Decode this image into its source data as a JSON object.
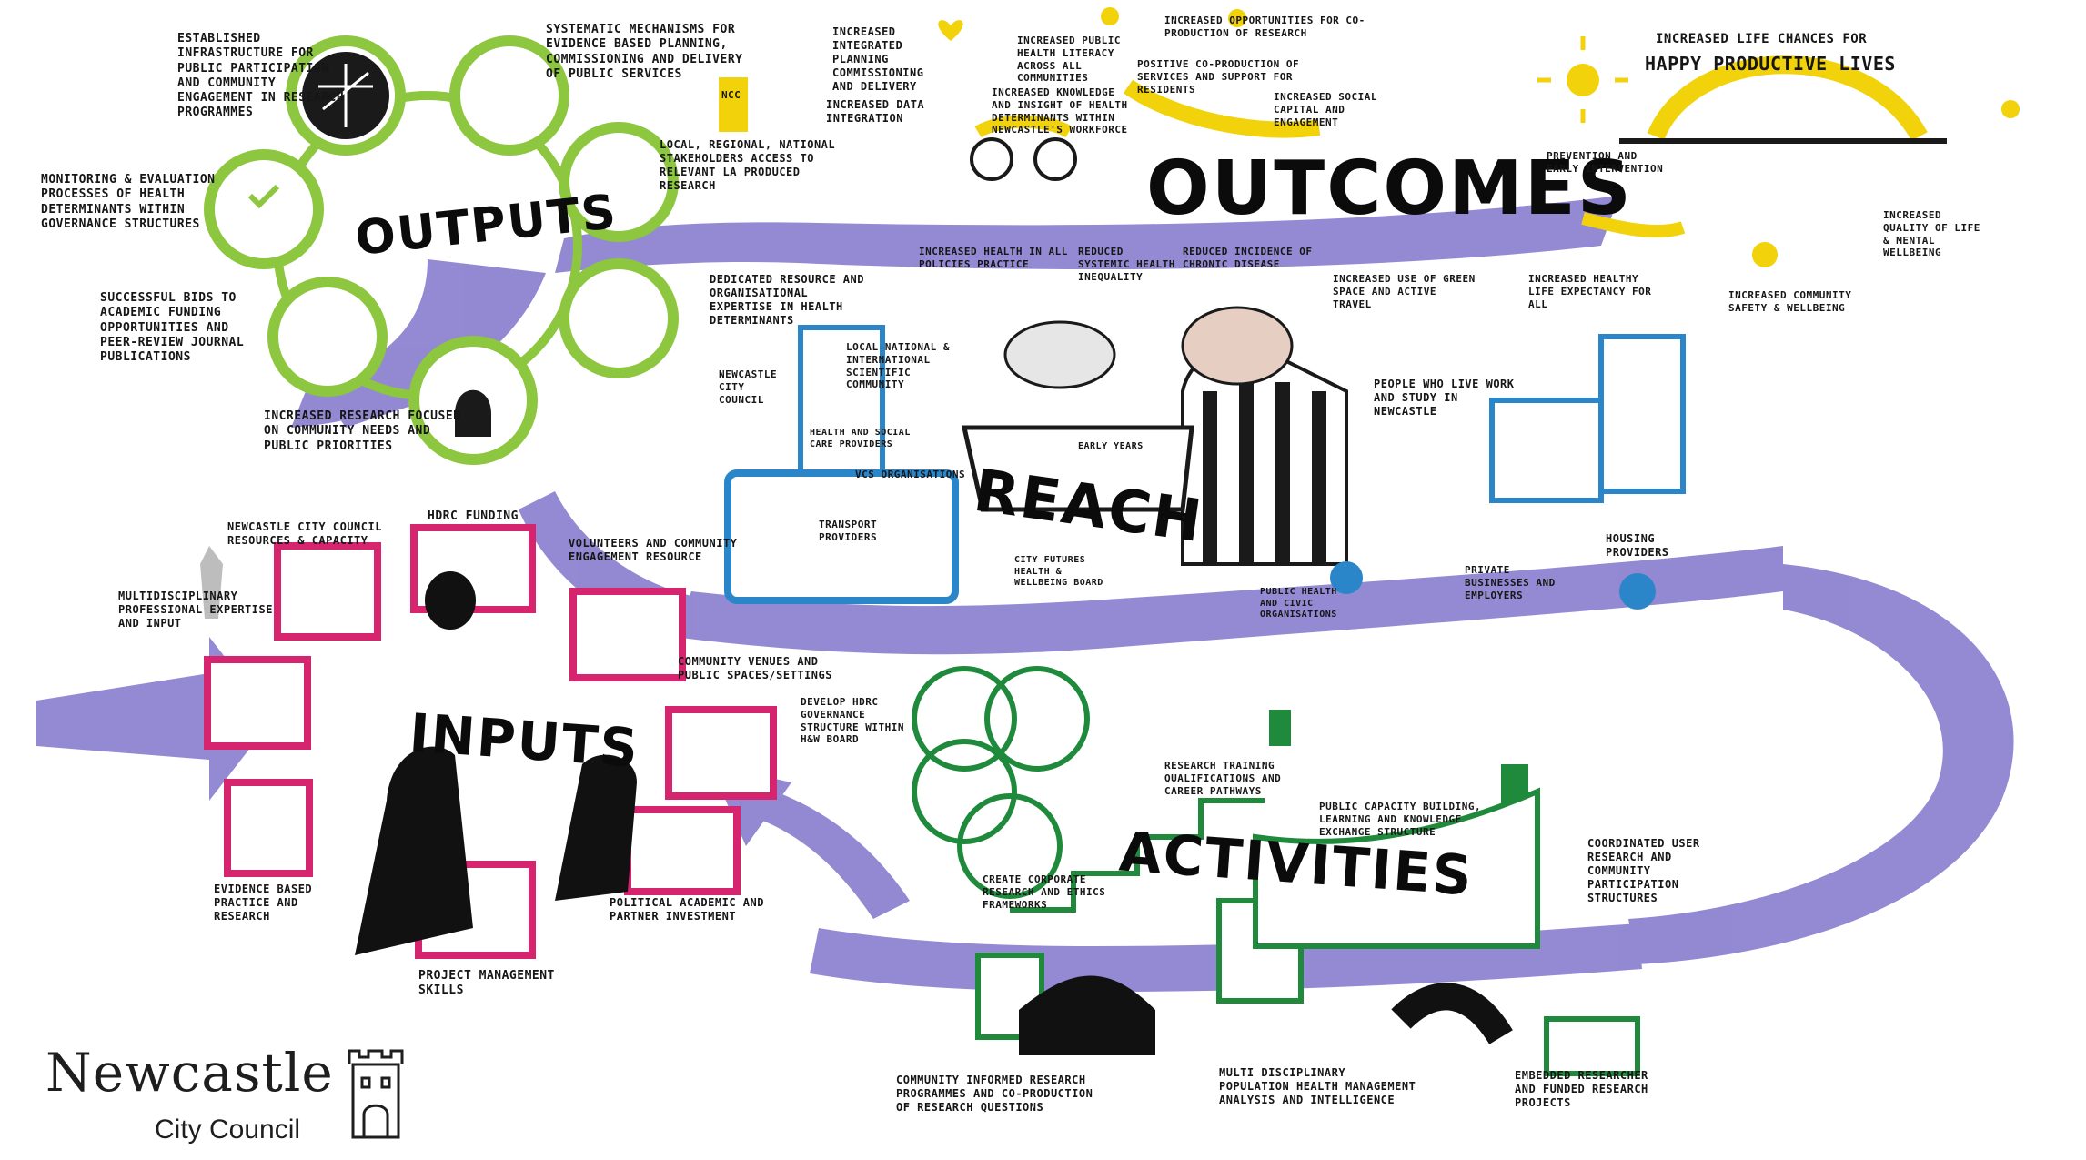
{
  "colors": {
    "arrow": "#8a80cf",
    "outputs_green": "#8dc63f",
    "inputs_pink": "#d6246e",
    "reach_blue": "#2a86c8",
    "activities_green": "#1f8a3c",
    "outcomes_yellow": "#f2d20a"
  },
  "titles": {
    "outputs": "OUTPUTS",
    "outcomes": "OUTCOMES",
    "reach": "REACH",
    "inputs": "INPUTS",
    "activities": "ACTIVITIES"
  },
  "outputs": {
    "infrastructure": "ESTABLISHED INFRASTRUCTURE FOR PUBLIC PARTICIPATION AND COMMUNITY ENGAGEMENT IN RESEARCH PROGRAMMES",
    "mechanisms": "SYSTEMATIC MECHANISMS FOR EVIDENCE BASED PLANNING, COMMISSIONING AND DELIVERY OF PUBLIC SERVICES",
    "monitoring": "MONITORING & EVALUATION PROCESSES OF HEALTH DETERMINANTS WITHIN GOVERNANCE STRUCTURES",
    "local_regional": "LOCAL, REGIONAL, NATIONAL STAKEHOLDERS ACCESS TO RELEVANT LA PRODUCED RESEARCH",
    "bids": "SUCCESSFUL BIDS TO ACADEMIC FUNDING OPPORTUNITIES AND PEER-REVIEW JOURNAL PUBLICATIONS",
    "dedicated": "DEDICATED RESOURCE AND ORGANISATIONAL EXPERTISE IN HEALTH DETERMINANTS",
    "increased_research": "INCREASED RESEARCH FOCUSED ON COMMUNITY NEEDS AND PUBLIC PRIORITIES"
  },
  "outcomes": {
    "integrated": "INCREASED INTEGRATED PLANNING COMMISSIONING AND DELIVERY",
    "data": "INCREASED DATA INTEGRATION",
    "ncc_badge": "NCC",
    "public_health": "INCREASED PUBLIC HEALTH LITERACY ACROSS ALL COMMUNITIES",
    "opportunities": "INCREASED OPPORTUNITIES FOR CO-PRODUCTION OF RESEARCH",
    "co_production": "POSITIVE CO-PRODUCTION OF SERVICES AND SUPPORT FOR RESIDENTS",
    "knowledge": "INCREASED KNOWLEDGE AND INSIGHT OF HEALTH DETERMINANTS WITHIN NEWCASTLE'S WORKFORCE",
    "social_capital": "INCREASED SOCIAL CAPITAL AND ENGAGEMENT",
    "life_chances": "INCREASED LIFE CHANCES FOR",
    "happy": "HAPPY PRODUCTIVE LIVES",
    "prevention": "PREVENTION AND EARLY INTERVENTION",
    "health_in_all": "INCREASED HEALTH IN ALL POLICIES PRACTICE",
    "reduced_inequality": "REDUCED SYSTEMIC HEALTH INEQUALITY",
    "reduced_illness": "REDUCED INCIDENCE OF CHRONIC DISEASE",
    "green_space": "INCREASED USE OF GREEN SPACE AND ACTIVE TRAVEL",
    "healthy_life": "INCREASED HEALTHY LIFE EXPECTANCY FOR ALL",
    "quality_life": "INCREASED QUALITY OF LIFE & MENTAL WELLBEING",
    "community": "INCREASED COMMUNITY SAFETY & WELLBEING"
  },
  "reach": {
    "council": "NEWCASTLE CITY COUNCIL",
    "local_national": "LOCAL NATIONAL & INTERNATIONAL SCIENTIFIC COMMUNITY",
    "health_care": "HEALTH AND SOCIAL CARE PROVIDERS",
    "vcs": "VCS ORGANISATIONS",
    "transport": "TRANSPORT PROVIDERS",
    "city_futures": "CITY FUTURES HEALTH & WELLBEING BOARD",
    "people": "PEOPLE WHO LIVE WORK AND STUDY IN NEWCASTLE",
    "public_health": "PUBLIC HEALTH AND CIVIC ORGANISATIONS",
    "private": "PRIVATE BUSINESSES AND EMPLOYERS",
    "housing": "HOUSING PROVIDERS",
    "early_years": "EARLY YEARS"
  },
  "inputs": {
    "council_resources": "NEWCASTLE CITY COUNCIL RESOURCES & CAPACITY",
    "hdrc": "HDRC FUNDING",
    "volunteers": "VOLUNTEERS AND COMMUNITY ENGAGEMENT RESOURCE",
    "multidisciplinary": "MULTIDISCIPLINARY PROFESSIONAL EXPERTISE AND INPUT",
    "venues": "COMMUNITY VENUES AND PUBLIC SPACES/SETTINGS",
    "evidence": "EVIDENCE BASED PRACTICE AND RESEARCH",
    "political": "POLITICAL ACADEMIC AND PARTNER INVESTMENT",
    "project": "PROJECT MANAGEMENT SKILLS"
  },
  "activities": {
    "governance": "DEVELOP HDRC GOVERNANCE STRUCTURE WITHIN H&W BOARD",
    "training": "RESEARCH TRAINING QUALIFICATIONS AND CAREER PATHWAYS",
    "public_capacity": "PUBLIC CAPACITY BUILDING, LEARNING AND KNOWLEDGE EXCHANGE STRUCTURE",
    "ethics": "CREATE CORPORATE RESEARCH AND ETHICS FRAMEWORKS",
    "coordinated": "COORDINATED USER RESEARCH AND COMMUNITY PARTICIPATION STRUCTURES",
    "community_informed": "COMMUNITY INFORMED RESEARCH PROGRAMMES AND CO-PRODUCTION OF RESEARCH QUESTIONS",
    "multi_analysis": "MULTI DISCIPLINARY POPULATION HEALTH MANAGEMENT ANALYSIS AND INTELLIGENCE",
    "embedded": "EMBEDDED RESEARCHER AND FUNDED RESEARCH PROJECTS"
  },
  "logo": {
    "word": "Newcastle",
    "sub": "City Council",
    "icon": "castle-icon"
  }
}
